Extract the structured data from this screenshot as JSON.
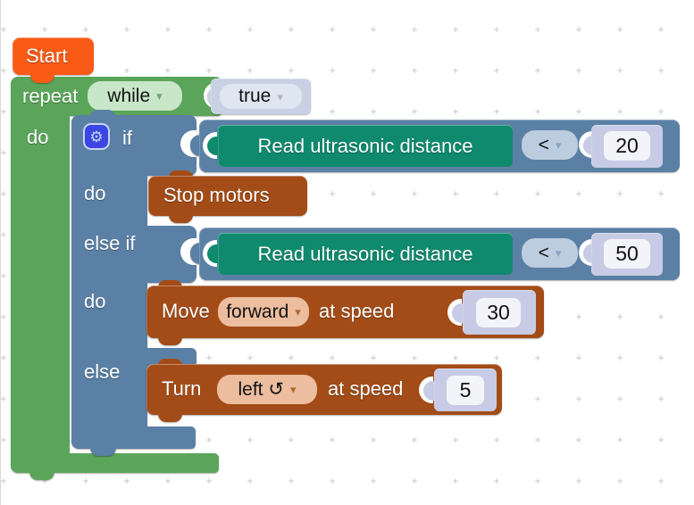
{
  "workspace": {
    "grid_cross": "+",
    "background": "#ffffff"
  },
  "icons": {
    "gear": "⚙",
    "dropdown_arrow": "▾"
  },
  "colors": {
    "start_orange": "#f95a16",
    "loop_green": "#5ba55b",
    "logic_blue": "#5b80a5",
    "sensor_teal": "#0f8a6e",
    "motor_rust": "#a34c18",
    "shadow_lavender": "#c7cbe5",
    "dropdown_peach": "#ecbd9e"
  },
  "blocks": {
    "start": {
      "label": "Start"
    },
    "repeat": {
      "keyword": "repeat",
      "mode": "while",
      "condition": "true",
      "do_label": "do"
    },
    "if": {
      "if_label": "if",
      "do1_label": "do",
      "elseif_label": "else if",
      "do2_label": "do",
      "else_label": "else"
    },
    "condition1": {
      "sensor": "Read ultrasonic distance",
      "operator": "<",
      "value": "20"
    },
    "condition2": {
      "sensor": "Read ultrasonic distance",
      "operator": "<",
      "value": "50"
    },
    "stop": {
      "label": "Stop motors"
    },
    "move": {
      "action": "Move",
      "direction": "forward",
      "at_speed": "at speed",
      "speed": "30"
    },
    "turn": {
      "action": "Turn",
      "direction": "left ↺",
      "at_speed": "at speed",
      "speed": "5"
    }
  }
}
